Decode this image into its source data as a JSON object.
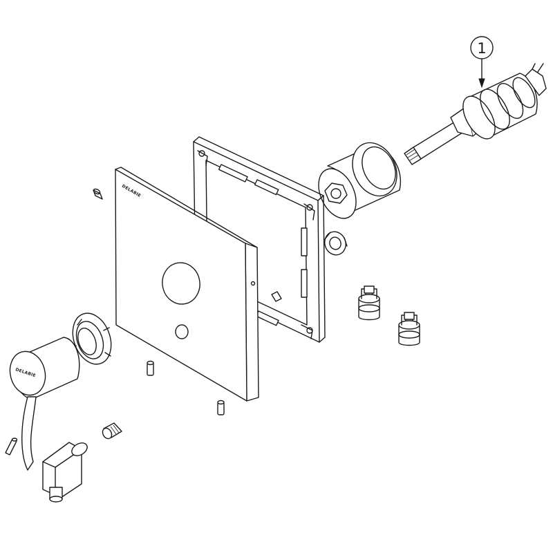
{
  "diagram": {
    "callout": {
      "number": "1"
    },
    "cover_plate": {
      "brand_label": "DELABIE"
    },
    "handle": {
      "brand_label": "DELABIE"
    }
  },
  "colors": {
    "line": "#1a1a1a",
    "background": "#ffffff"
  }
}
